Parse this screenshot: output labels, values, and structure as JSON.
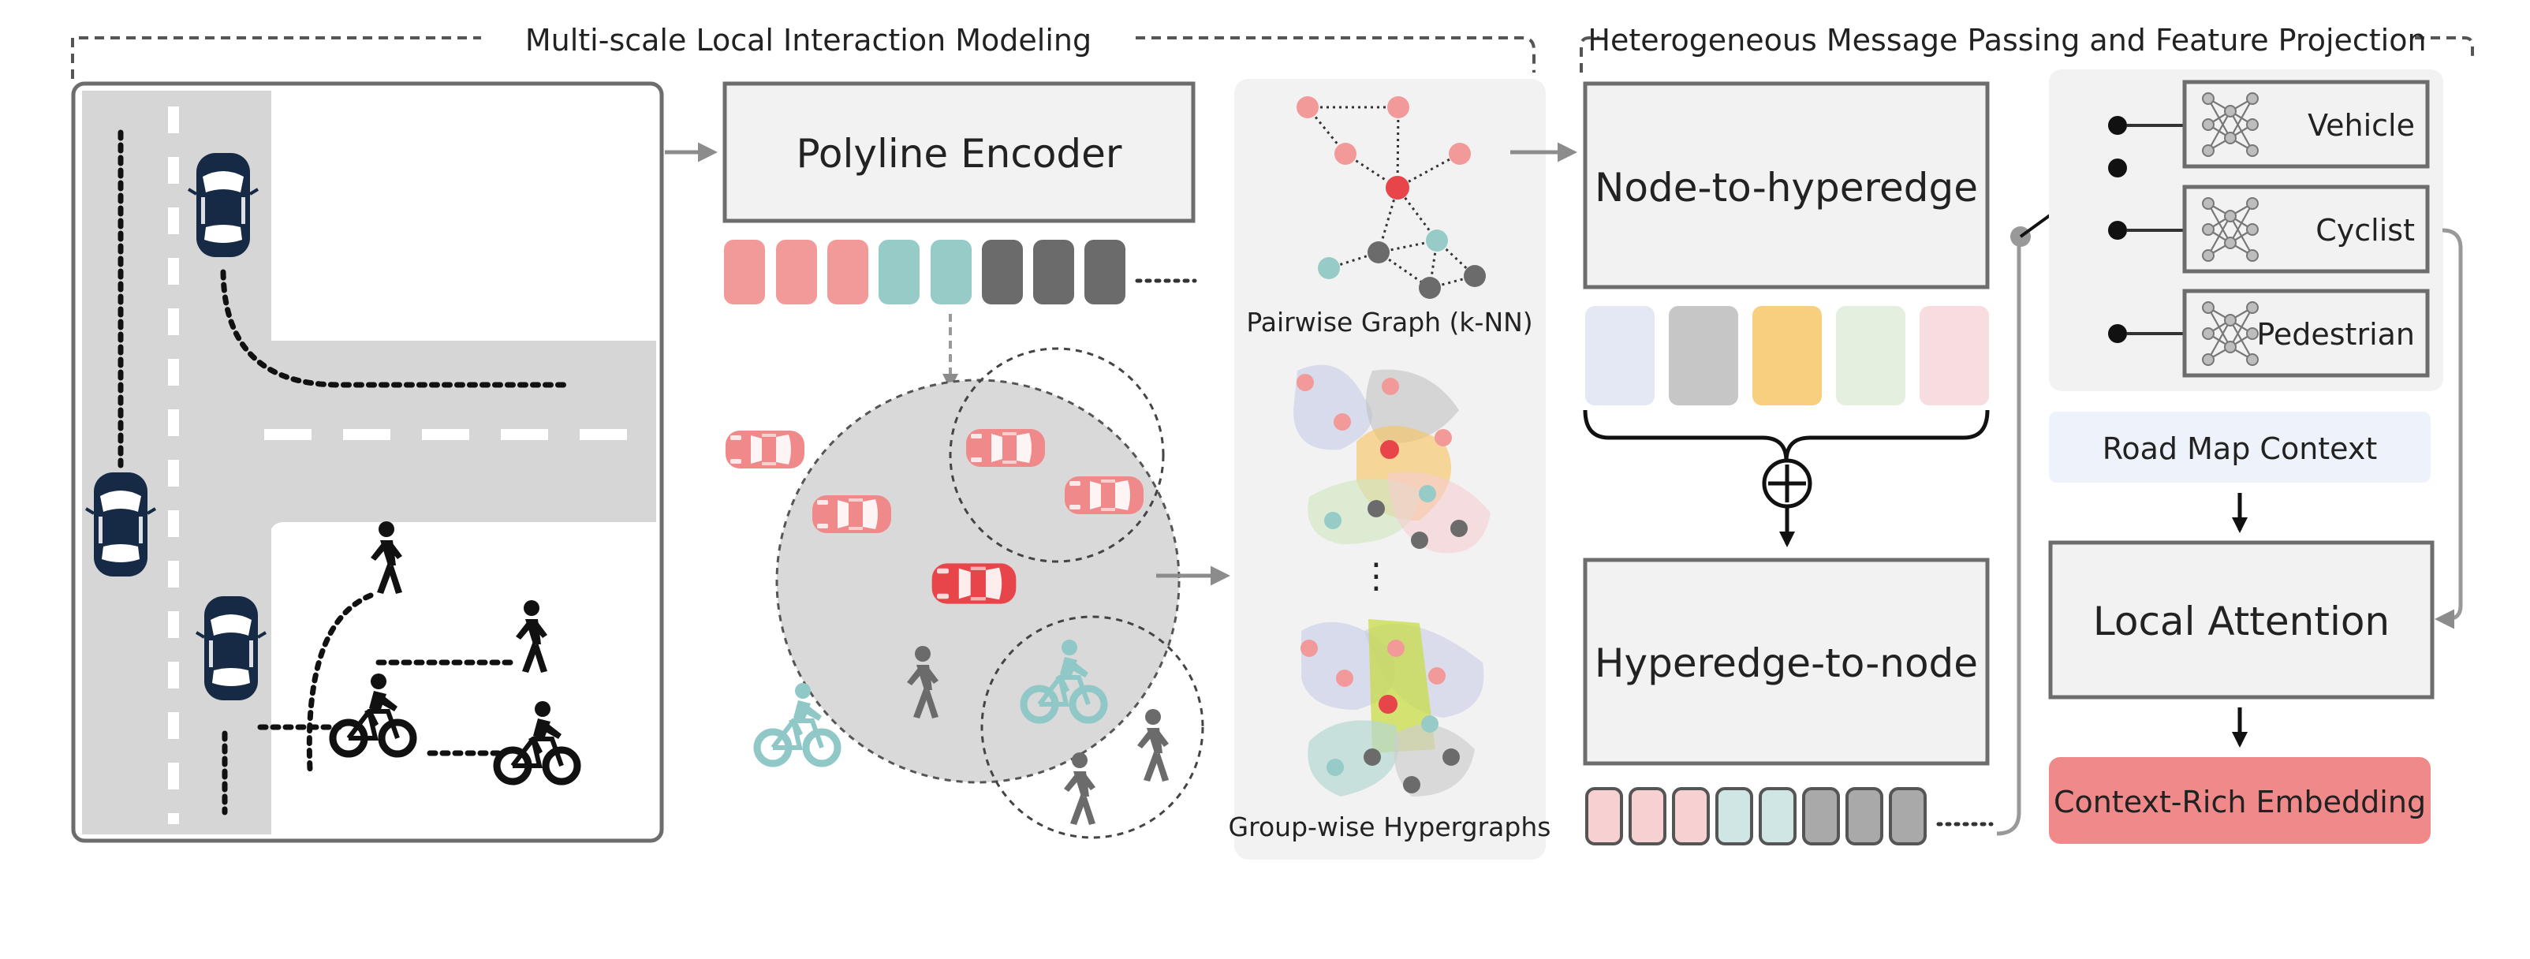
{
  "sections": {
    "left_title": "Multi-scale Local Interaction Modeling",
    "right_title": "Heterogeneous Message Passing and Feature Projection"
  },
  "blocks": {
    "polyline_encoder": "Polyline Encoder",
    "node_to_hyperedge": "Node-to-hyperedge",
    "hyperedge_to_node": "Hyperedge-to-node",
    "local_attention": "Local Attention",
    "road_map_context": "Road Map Context",
    "context_rich_embedding": "Context-Rich Embedding"
  },
  "graph_labels": {
    "pairwise": "Pairwise Graph (k-NN)",
    "groupwise": "Group-wise Hypergraphs"
  },
  "vertical_ellipsis": "⋮",
  "agent_types": [
    "Vehicle",
    "Cyclist",
    "Pedestrian"
  ],
  "aggregation_symbol": "⊕",
  "colors": {
    "vehicle_pink": "#f08a8a",
    "vehicle_red": "#e8454a",
    "cyclist_teal": "#8fc8c6",
    "pedestrian_gray": "#666666",
    "car_navy": "#172a45",
    "road_gray": "#d6d6d6",
    "box_fill": "#f2f2f2",
    "box_stroke": "#6d6d6d",
    "embedding_fill": "#f08a8a",
    "road_context_fill": "#eef2fa"
  },
  "icons": [
    "car-icon",
    "pedestrian-icon",
    "cyclist-icon",
    "neural-network-icon",
    "arrow-icon"
  ]
}
